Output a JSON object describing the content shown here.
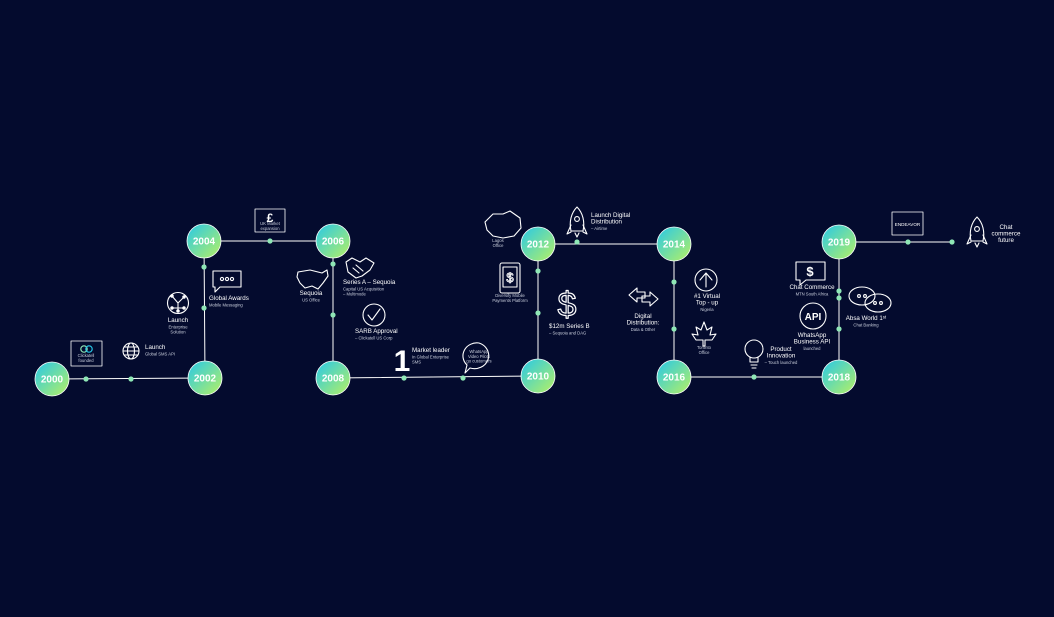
{
  "colors": {
    "background": "#040b2e",
    "line": "#ffffff",
    "dot": "#8fe7b6",
    "node_gradient": [
      "#27c8e8",
      "#b7f163"
    ]
  },
  "years": [
    "2000",
    "2002",
    "2004",
    "2006",
    "2008",
    "2010",
    "2012",
    "2014",
    "2016",
    "2018",
    "2019"
  ],
  "events": {
    "clickatell_founded": {
      "title": "",
      "sub": [
        "Clickatell",
        "founded"
      ],
      "icon": "clickatell-logo-icon"
    },
    "launch_sms_api": {
      "title": [
        "Launch"
      ],
      "sub": [
        "Global SMS API"
      ],
      "icon": "globe-icon"
    },
    "launch_enterprise": {
      "title": [
        "Launch"
      ],
      "sub": [
        "Enterprise",
        "Solution"
      ],
      "icon": "network-globe-icon"
    },
    "global_awards": {
      "title": [
        "Global Awards"
      ],
      "sub": [
        "Mobile Messaging"
      ],
      "icon": "chat-bubble-icon"
    },
    "uk_market": {
      "title": "",
      "sub": [
        "UK Market",
        "expansion"
      ],
      "icon": "pound-sign-icon"
    },
    "sequoia_us_office": {
      "title": [
        "Sequoia"
      ],
      "sub": [
        "US Office"
      ],
      "icon": "usa-map-icon"
    },
    "series_a": {
      "title": [
        "Series A – Sequoia"
      ],
      "sub": [
        "Capital US Acquisition",
        "– Multimode"
      ],
      "icon": "handshake-icon"
    },
    "sarb_approval": {
      "title": [
        "SARB Approval"
      ],
      "sub": [
        "– Clickatell US Corp"
      ],
      "icon": "checkmark-icon"
    },
    "market_leader": {
      "title": [
        "Market leader"
      ],
      "sub": [
        "In Global Enterprise",
        "SMS"
      ],
      "icon": "number-one-icon"
    },
    "whatsapp_launch": {
      "title": "",
      "sub": [
        "WhatsApp",
        "Video Pilots",
        "go customers"
      ],
      "icon": "speech-bubble-icon"
    },
    "diversify_payments": {
      "title": "",
      "sub": [
        "Diversify Mobile",
        "Payments Platform"
      ],
      "icon": "mobile-dollar-icon"
    },
    "series_b": {
      "title": [
        "$12m Series B"
      ],
      "sub": [
        "– Sequoia and DAG"
      ],
      "icon": "dollar-sign-icon"
    },
    "lagos_office": {
      "title": "",
      "sub": [
        "Lagos",
        "Office"
      ],
      "icon": "nigeria-map-icon"
    },
    "launch_digital": {
      "title": [
        "Launch Digital",
        "Distribution"
      ],
      "sub": [
        "– Airtime"
      ],
      "icon": "rocket-icon"
    },
    "virtual_topup": {
      "title": [
        "#1 Virtual",
        "Top - up"
      ],
      "sub": [
        "Nigeria"
      ],
      "icon": "upload-arrow-icon"
    },
    "digital_distribution": {
      "title": [
        "Digital",
        "Distribution:"
      ],
      "sub": [
        "Data & Other"
      ],
      "icon": "swap-arrows-icon"
    },
    "toronto_office": {
      "title": "",
      "sub": [
        "Toronto",
        "Office"
      ],
      "icon": "maple-leaf-icon"
    },
    "product_innovation": {
      "title": [
        "Product",
        "Innovation"
      ],
      "sub": [
        "– Touch launched"
      ],
      "icon": "lightbulb-icon"
    },
    "chat_commerce": {
      "title": [
        "Chat Commerce"
      ],
      "sub": [
        "MTN South Africa"
      ],
      "icon": "dollar-chat-icon"
    },
    "absa_world": {
      "title": [
        "Absa World 1ˢᵗ"
      ],
      "sub": [
        "Chat Banking"
      ],
      "icon": "chat-bubbles-icon"
    },
    "whatsapp_api": {
      "title": [
        "WhatsApp",
        "Business API"
      ],
      "sub": [
        "launched"
      ],
      "icon": "api-badge-icon",
      "badge": "API"
    },
    "endeavor": {
      "title": "",
      "sub": [],
      "icon": "endeavor-logo-icon",
      "badge": "ENDEAVOR"
    },
    "chat_future": {
      "title": [
        "Chat",
        "commerce",
        "future"
      ],
      "sub": [],
      "icon": "rocket-icon"
    }
  }
}
